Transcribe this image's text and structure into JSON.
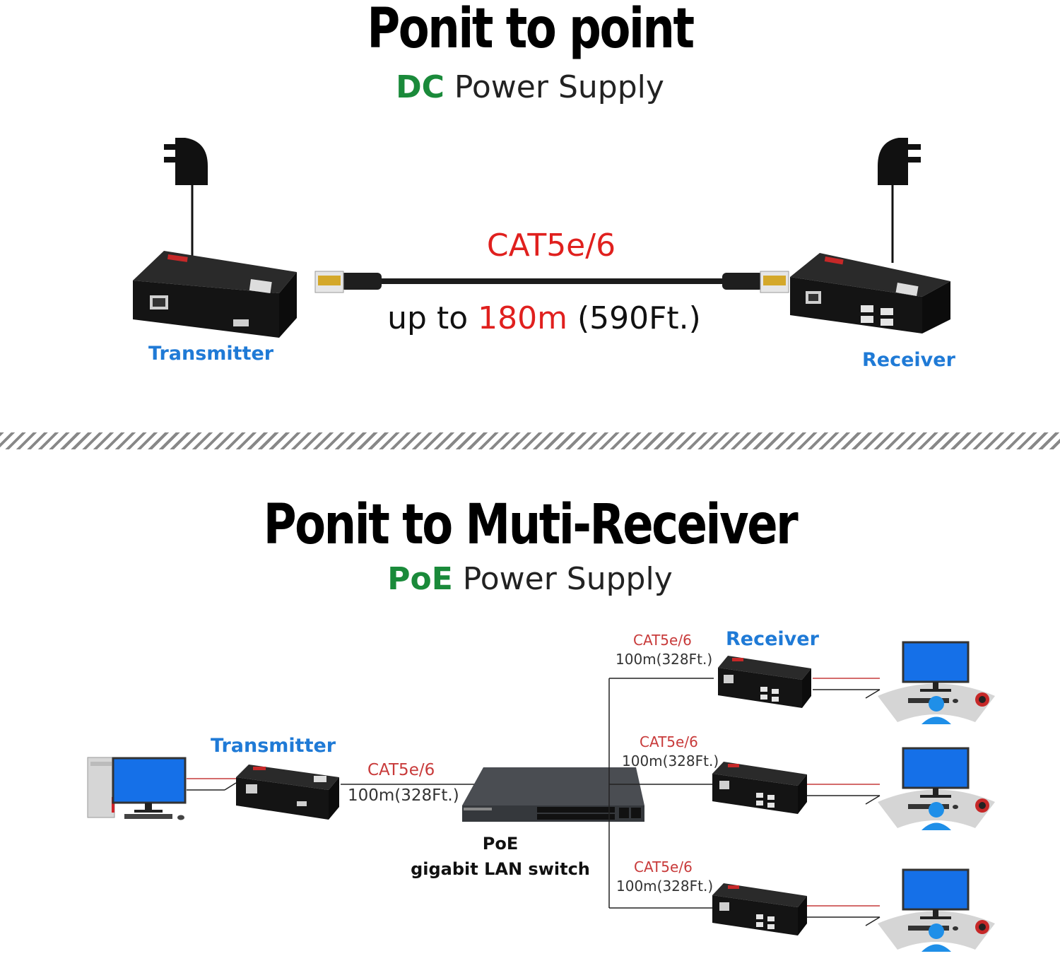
{
  "section1": {
    "title": "Ponit to point",
    "subtitle_highlight": "DC",
    "subtitle_rest": " Power Supply",
    "cable_label": "CAT5e/6",
    "distance_prefix": "up to ",
    "distance_highlight": "180m",
    "distance_suffix": " (590Ft.)",
    "transmitter_label": "Transmitter",
    "receiver_label": "Receiver"
  },
  "section2": {
    "title": "Ponit to Muti-Receiver",
    "subtitle_highlight": "PoE",
    "subtitle_rest": " Power Supply",
    "transmitter_label": "Transmitter",
    "receiver_label": "Receiver",
    "switch_label_line1": "PoE",
    "switch_label_line2": "gigabit LAN switch",
    "links": [
      {
        "cable": "CAT5e/6",
        "distance": "100m(328Ft.)"
      },
      {
        "cable": "CAT5e/6",
        "distance": "100m(328Ft.)"
      },
      {
        "cable": "CAT5e/6",
        "distance": "100m(328Ft.)"
      },
      {
        "cable": "CAT5e/6",
        "distance": "100m(328Ft.)"
      }
    ]
  },
  "colors": {
    "accent_green": "#1a8a3a",
    "accent_blue": "#1f7ad6",
    "accent_red": "#e0201e",
    "monitor_blue": "#1570e8"
  },
  "icons": [
    "power-plug-icon",
    "rj45-connector-icon",
    "kvm-extender-icon",
    "pc-tower-icon",
    "monitor-icon",
    "keyboard-icon",
    "mouse-icon",
    "user-icon",
    "poe-switch-icon"
  ]
}
